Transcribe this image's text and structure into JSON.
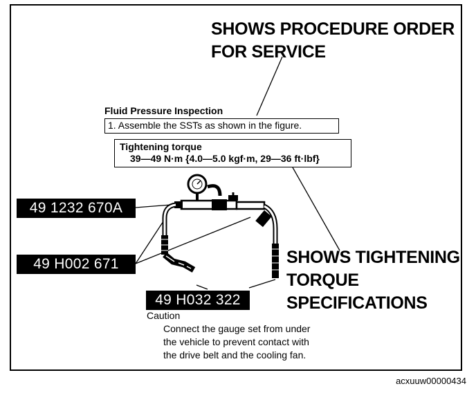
{
  "callouts": {
    "procedure_order": [
      "SHOWS PROCEDURE ORDER",
      "FOR SERVICE"
    ],
    "tightening_torque": [
      "SHOWS TIGHTENING",
      "TORQUE",
      "SPECIFICATIONS"
    ]
  },
  "procedure": {
    "heading": "Fluid Pressure Inspection",
    "step": "1. Assemble the SSTs as shown in the figure."
  },
  "torque_spec": {
    "label": "Tightening torque",
    "value": "39—49 N·m {4.0—5.0 kgf·m, 29—36 ft·lbf}"
  },
  "part_numbers": [
    "49 1232 670A",
    "49 H002 671",
    "49 H032 322"
  ],
  "caution": {
    "heading": "Caution",
    "lines": [
      "Connect the gauge set from under",
      "the vehicle to prevent contact with",
      "the drive belt and the cooling fan."
    ]
  },
  "footer_code": "acxuuw00000434"
}
